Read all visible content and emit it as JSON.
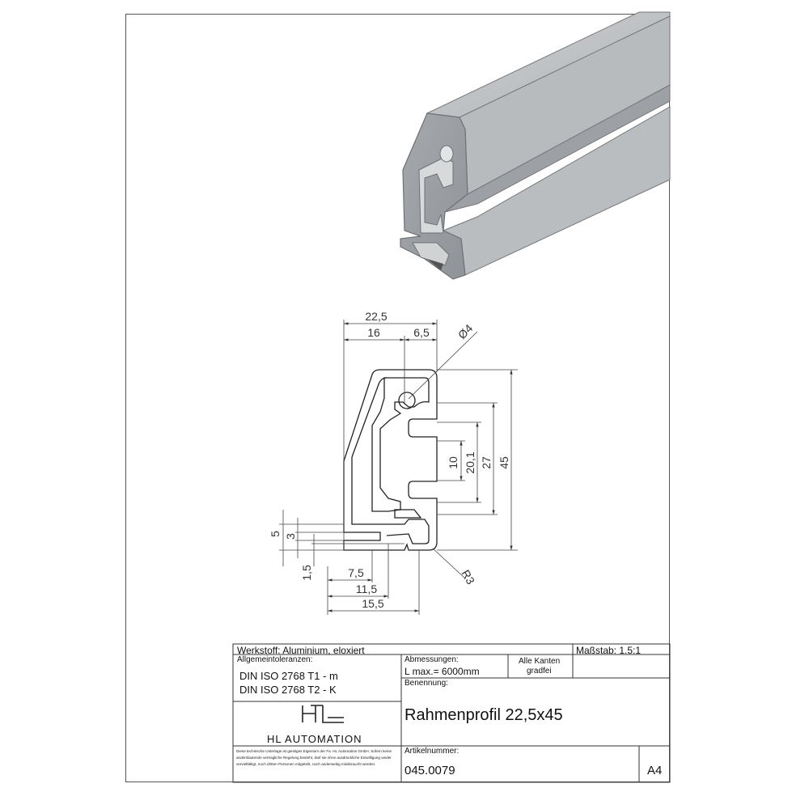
{
  "drawing": {
    "dimensions": {
      "width_total": "22,5",
      "width_left": "16",
      "width_right": "6,5",
      "hole_dia": "Ø4",
      "slot_inner": "10",
      "slot_mid": "20,1",
      "slot_outer": "27",
      "height_total": "45",
      "step_5": "5",
      "step_3": "3",
      "step_1_5": "1,5",
      "lip_7_5": "7,5",
      "lip_11_5": "11,5",
      "lip_15_5": "15,5",
      "radius": "R3"
    }
  },
  "title_block": {
    "material": "Werkstoff: Aluminium, eloxiert",
    "scale": "Maßstab: 1.5:1",
    "tolerances_label": "Allgemeintoleranzen:",
    "tolerance_1": "DIN ISO 2768 T1 - m",
    "tolerance_2": "DIN ISO 2768 T2 - K",
    "dimensions_label": "Abmessungen:",
    "length_max": "L max.= 6000mm",
    "edges_line1": "Alle Kanten",
    "edges_line2": "gradfei",
    "name_label": "Benennung:",
    "name": "Rahmenprofil 22,5x45",
    "company": "HL AUTOMATION",
    "legal_text": "Diese technische Unterlage ist geistiges Eigentum der Fa. HL Automation GmbH. Sofern keine anderslautende vertragliche Regelung besteht, darf sie ohne ausdrückliche Einwilligung weder vervielfältigt, noch dritten Personen mitgeteilt, noch anderweitig missbraucht werden.",
    "article_label": "Artikelnummer:",
    "article_number": "045.0079",
    "format": "A4"
  }
}
